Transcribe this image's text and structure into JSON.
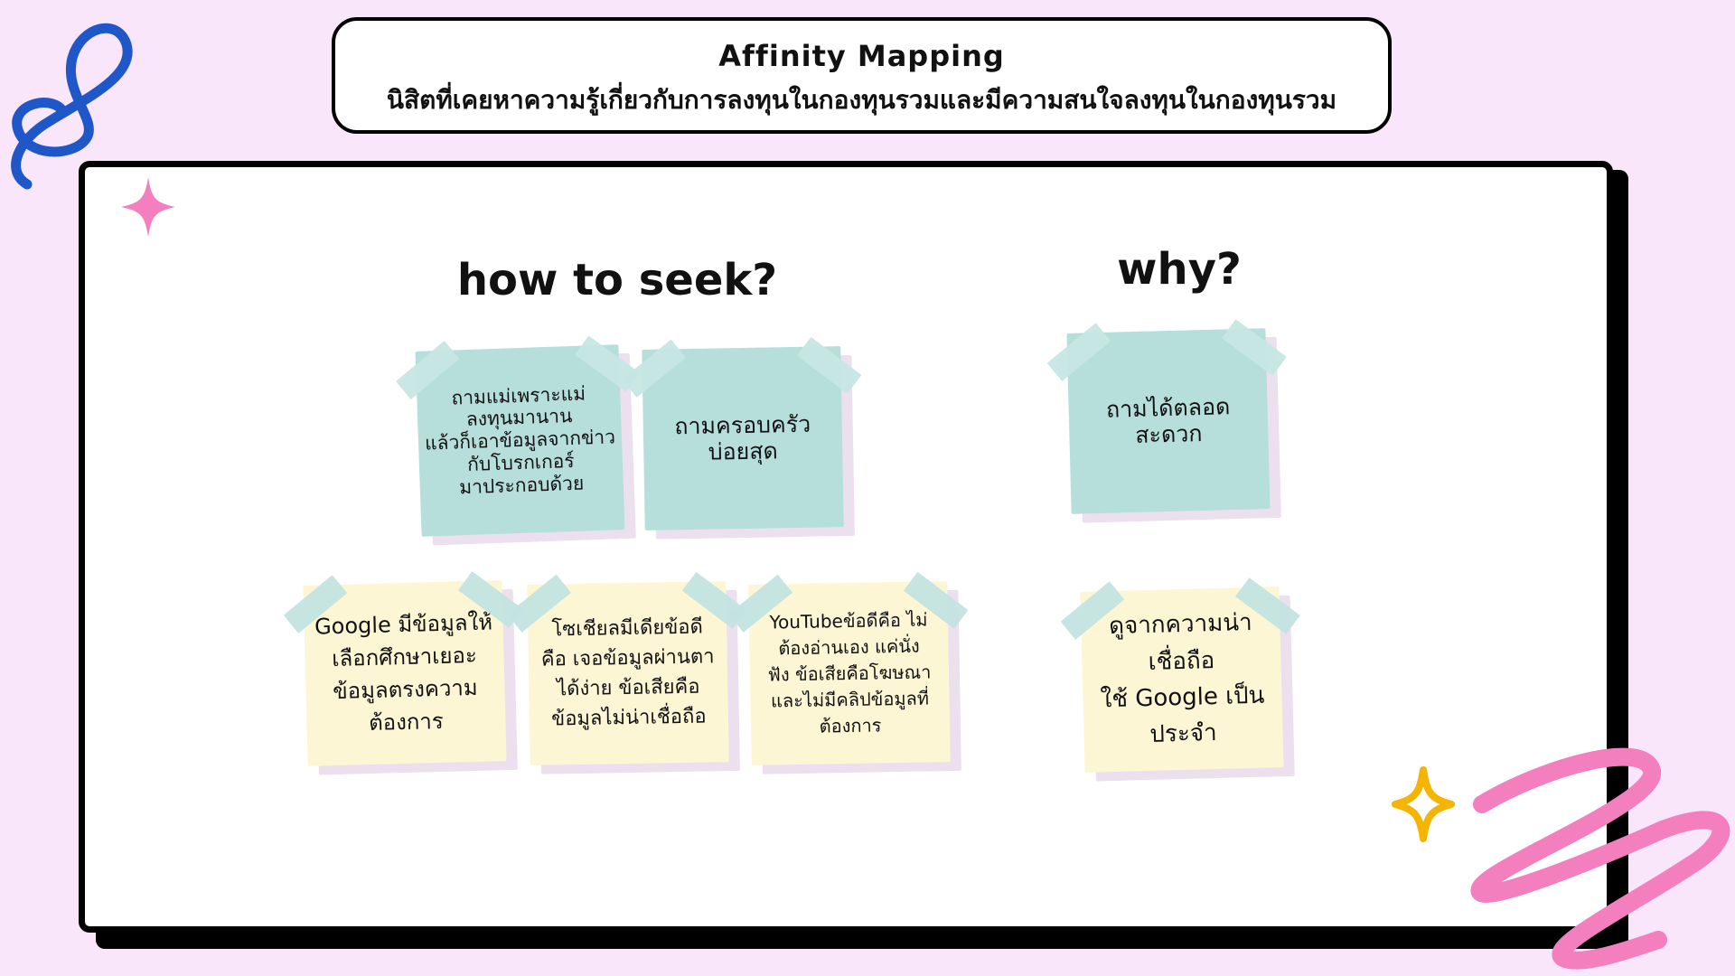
{
  "title": {
    "main": "Affinity Mapping",
    "sub": "นิสิตที่เคยหาความรู้เกี่ยวกับการลงทุนในกองทุนรวมและมีความสนใจลงทุนในกองทุนรวม"
  },
  "sections": {
    "how": "how to seek?",
    "why": "why?"
  },
  "notes": {
    "how_teal": [
      "ถามแม่เพราะแม่\nลงทุนมานาน\nแล้วก็เอาข้อมูลจากข่าว\nกับโบรกเกอร์\nมาประกอบด้วย",
      "ถามครอบครัว\nบ่อยสุด"
    ],
    "how_cream": [
      "Google มีข้อมูลให้\nเลือกศึกษาเยอะ\nข้อมูลตรงความ\nต้องการ",
      "โซเชียลมีเดียข้อดี\nคือ เจอข้อมูลผ่านตา\nได้ง่าย ข้อเสียคือ\nข้อมูลไม่น่าเชื่อถือ",
      "YouTubeข้อดีคือ ไม่\nต้องอ่านเอง แค่นั่ง\nฟัง ข้อเสียคือโฆษณา\nและไม่มีคลิปข้อมูลที่\nต้องการ"
    ],
    "why_teal": "ถามได้ตลอด\nสะดวก",
    "why_cream": "ดูจากความน่า\nเชื่อถือ\nใช้ Google เป็น\nประจำ"
  },
  "colors": {
    "background": "#f9e6fb",
    "teal_note": "#b6dfdc",
    "cream_note": "#fdf6d5",
    "blue_squiggle": "#1f57c8",
    "pink_accent": "#f47fbf",
    "yellow_sparkle": "#f5b400"
  }
}
